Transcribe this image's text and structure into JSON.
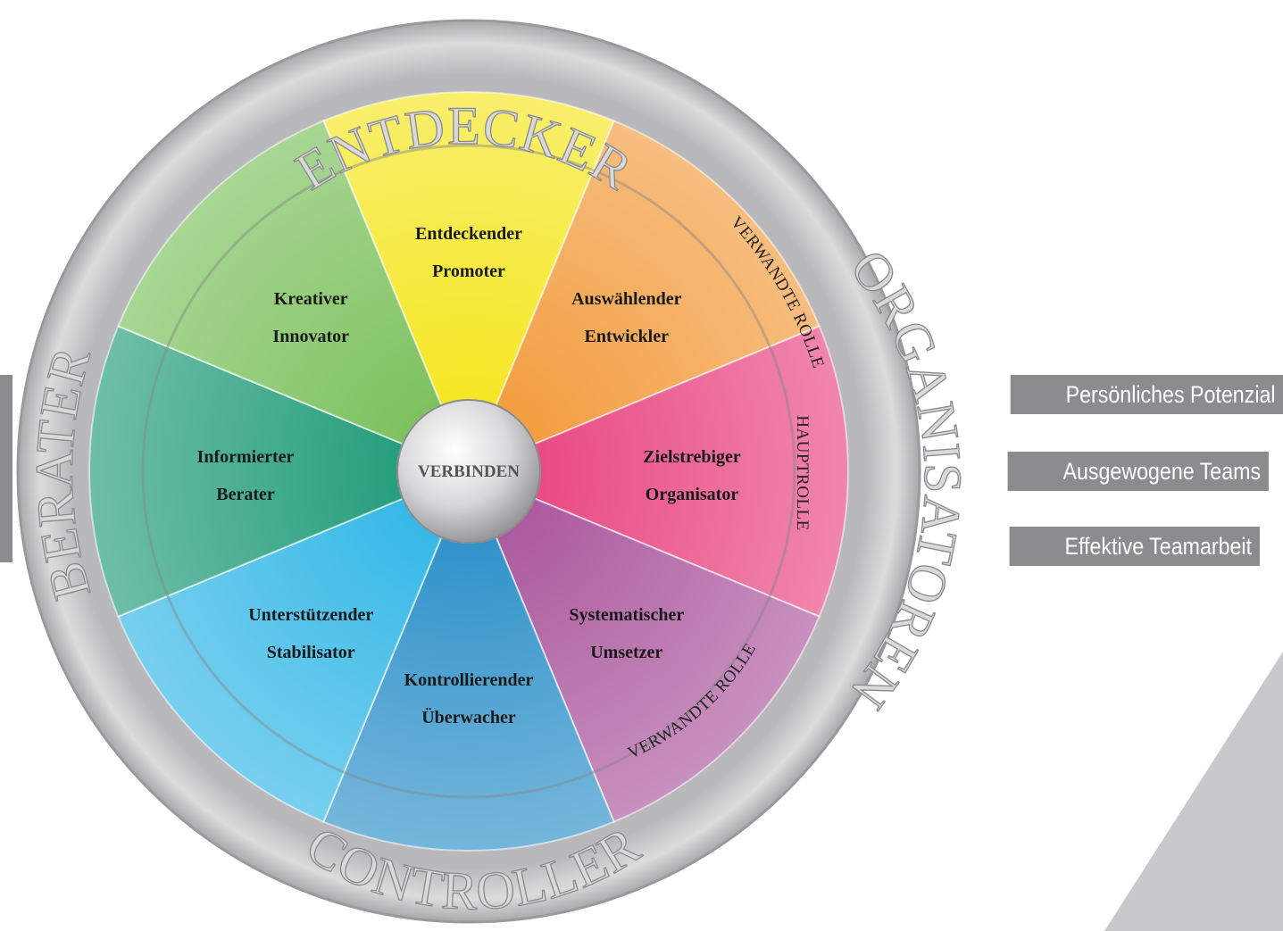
{
  "wheel": {
    "hub": "VERBINDEN",
    "outer_labels": {
      "entdecker": "ENTDECKER",
      "organisatoren": "ORGANISATOREN",
      "controller": "CONTROLLER",
      "berater": "BERATER"
    },
    "band_labels": {
      "verwandte_top": "VERWANDTE ROLLE",
      "hauptrolle": "HAUPTROLLE",
      "verwandte_bottom": "VERWANDTE ROLLE"
    },
    "segments": [
      {
        "line1": "Entdeckender",
        "line2": "Promoter",
        "color": "#f5e61c"
      },
      {
        "line1": "Auswählender",
        "line2": "Entwickler",
        "color": "#f39a3a"
      },
      {
        "line1": "Zielstrebiger",
        "line2": "Organisator",
        "color": "#e8457e"
      },
      {
        "line1": "Systematischer",
        "line2": "Umsetzer",
        "color": "#a9559b"
      },
      {
        "line1": "Kontrollierender",
        "line2": "Überwacher",
        "color": "#2a8fc8"
      },
      {
        "line1": "Unterstützender",
        "line2": "Stabilisator",
        "color": "#2fb6e6"
      },
      {
        "line1": "Informierter",
        "line2": "Berater",
        "color": "#1f9b78"
      },
      {
        "line1": "Kreativer",
        "line2": "Innovator",
        "color": "#79c05a"
      }
    ]
  },
  "tags": [
    "Persönliches Potenzial",
    "Ausgewogene Teams",
    "Effektive Teamarbeit"
  ]
}
